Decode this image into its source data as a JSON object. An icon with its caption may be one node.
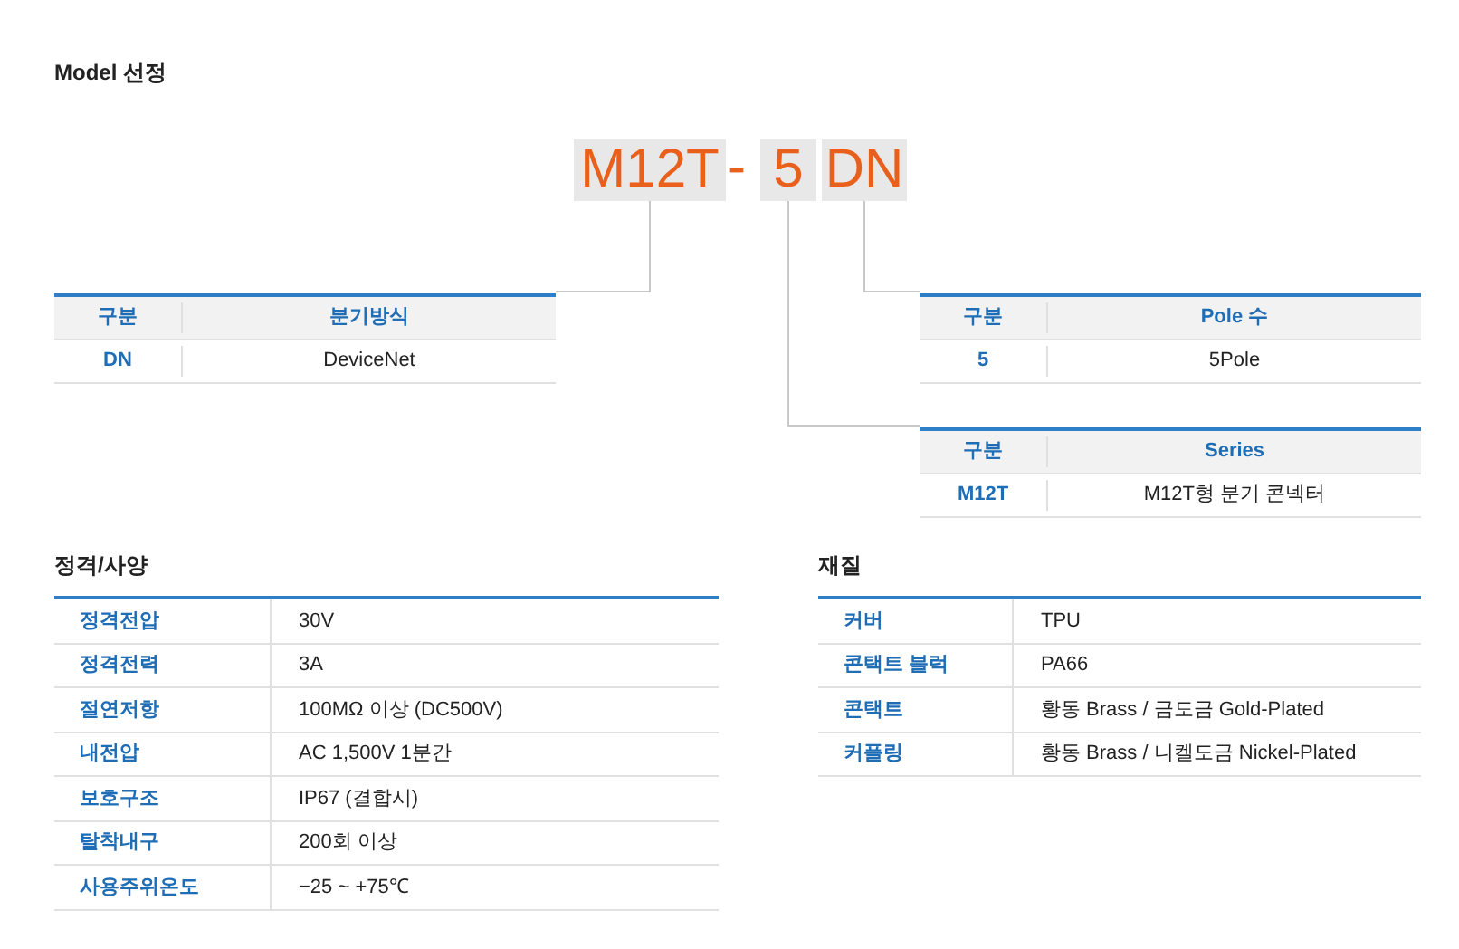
{
  "diagram": {
    "title": "Model 선정",
    "nodes": [
      {
        "text": [
          "M12T"
        ]
      },
      {
        "text": [
          "5"
        ]
      },
      {
        "text": [
          "DN"
        ]
      },
      {
        "text": [
          "구분",
          "분기방식",
          "DN",
          "DeviceNet"
        ]
      },
      {
        "text": [
          "구분",
          "Pole 수",
          "5",
          "5Pole"
        ]
      },
      {
        "text": [
          "구분",
          "Series",
          "M12T",
          "M12T형 분기 콘넥터"
        ]
      },
      {
        "text": [
          "정격/사양",
          "정격전압",
          "30V",
          "정격전력",
          "3A",
          "절연저항",
          "100MΩ  이상 (DC500V)",
          "내전압",
          "AC 1,500V 1분간",
          "보호구조",
          "IP67 (결합시)",
          "탈착내구",
          "200회 이상",
          "사용주위온도",
          "−25 ~ +75℃"
        ]
      },
      {
        "text": [
          "재질",
          "커버",
          "TPU",
          "콘택트 블럭",
          "PA66",
          "콘택트",
          "황동 Brass / 금도금 Gold-Plated",
          "커플링",
          "황동 Brass / 니켈도금 Nickel-Plated"
        ]
      }
    ],
    "edges": [
      {
        "from": 0,
        "to": 3,
        "arrow": "none"
      },
      {
        "from": 1,
        "to": 5,
        "arrow": "none"
      },
      {
        "from": 2,
        "to": 4,
        "arrow": "none"
      }
    ],
    "labels": [
      "-"
    ]
  }
}
